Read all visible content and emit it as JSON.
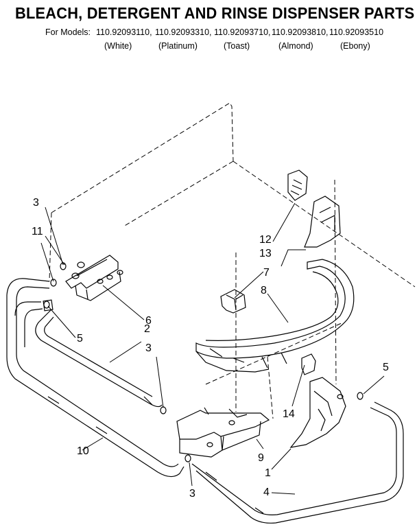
{
  "header": {
    "title": "BLEACH, DETERGENT AND RINSE DISPENSER PARTS",
    "models_label": "For Models:",
    "models": [
      {
        "number": "110.92093110,",
        "color": "(White)"
      },
      {
        "number": "110.92093310,",
        "color": "(Platinum)"
      },
      {
        "number": "110.92093710,",
        "color": "(Toast)"
      },
      {
        "number": "110.92093810,",
        "color": "(Almond)"
      },
      {
        "number": "110.92093510",
        "color": "(Ebony)"
      }
    ]
  },
  "callouts": [
    "3",
    "11",
    "6",
    "5",
    "2",
    "3",
    "10",
    "3",
    "12",
    "13",
    "7",
    "8",
    "5",
    "14",
    "9",
    "1",
    "4"
  ]
}
